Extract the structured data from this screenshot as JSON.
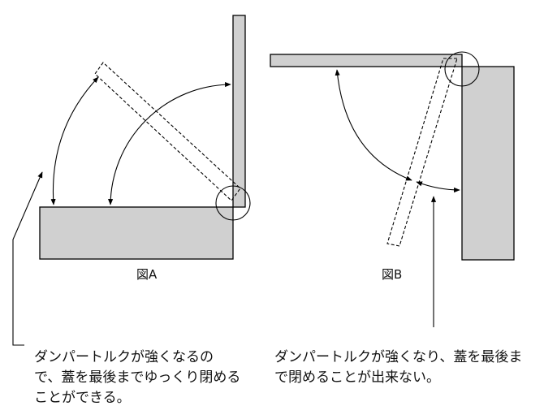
{
  "figure_a": {
    "label": "図A",
    "caption_lines": [
      "ダンパートルクが強くなるの",
      "で、蓋を最後までゆっくり閉める",
      "ことができる。"
    ]
  },
  "figure_b": {
    "label": "図B",
    "caption_lines": [
      "ダンパートルクが強くなり、蓋を最後ま",
      "で閉めることが出来ない。"
    ]
  },
  "colors": {
    "box_fill": "#d0d0d0",
    "line": "#000000",
    "text": "#111111"
  }
}
